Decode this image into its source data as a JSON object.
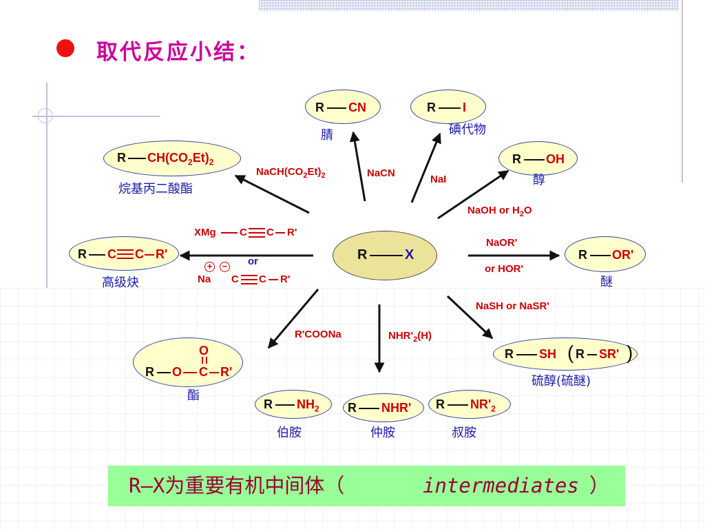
{
  "slide": {
    "title": "取代反应小结：",
    "center": {
      "r": "R",
      "x": "X"
    },
    "products": {
      "nitrile": {
        "r": "R",
        "group": "CN",
        "name": "腈"
      },
      "iodide": {
        "r": "R",
        "group": "I",
        "name": "碘代物"
      },
      "malonate": {
        "r": "R",
        "group_pre": "CH(CO",
        "sub1": "2",
        "group_mid": "Et)",
        "sub2": "2",
        "name": "烷基丙二酸酯"
      },
      "alcohol": {
        "r": "R",
        "group": "OH",
        "name": "醇"
      },
      "alkyne": {
        "r": "R",
        "c1": "C",
        "c2": "C",
        "rp": "R'",
        "name": "高级炔"
      },
      "ether": {
        "r": "R",
        "group": "OR'",
        "name": "醚"
      },
      "ester": {
        "o_top": "O",
        "r": "R",
        "o": "O",
        "c": "C",
        "rp": "R'",
        "name": "酯"
      },
      "thiol": {
        "r": "R",
        "group": "SH",
        "paren_open": "(",
        "r2": "R",
        "group2": "SR'",
        "paren_close": ")",
        "name": "硫醇(硫醚)"
      },
      "primary_amine": {
        "r": "R",
        "group_pre": "NH",
        "sub": "2",
        "name": "伯胺"
      },
      "secondary_amine": {
        "r": "R",
        "group": "NHR'",
        "name": "仲胺"
      },
      "tertiary_amine": {
        "r": "R",
        "group_pre": "NR'",
        "sub": "2",
        "name": "叔胺"
      }
    },
    "reagents": {
      "malonate_pre": "NaCH(CO",
      "malonate_sub1": "2",
      "malonate_mid": "Et)",
      "malonate_sub2": "2",
      "nacn": "NaCN",
      "nai": "NaI",
      "naoh_pre": "NaOH or H",
      "naoh_sub": "2",
      "naoh_post": "O",
      "naor": "NaOR'",
      "hor": "or HOR'",
      "nash": "NaSH or  NaSR'",
      "rcoona": "R'COONa",
      "nhr_pre": "NHR'",
      "nhr_sub": "2",
      "nhr_post": "(H)",
      "xmg": "XMg",
      "xmg_c1": "C",
      "xmg_c2": "C",
      "xmg_r": "R'",
      "or": "or",
      "plus": "+",
      "minus": "−",
      "na": "Na",
      "na_c1": "C",
      "na_c2": "C",
      "na_r": "R'"
    },
    "banner": {
      "prefix": "R—X为重要有机中间体（",
      "italic": "intermediates",
      "suffix": "）"
    }
  },
  "colors": {
    "formula_red": "#cc0000",
    "name_blue": "#1a1aaa",
    "title_magenta": "#cc0099",
    "banner_bg": "#99ff99",
    "oval_fill": "#ffffcc",
    "center_fill": "#ece39a"
  }
}
